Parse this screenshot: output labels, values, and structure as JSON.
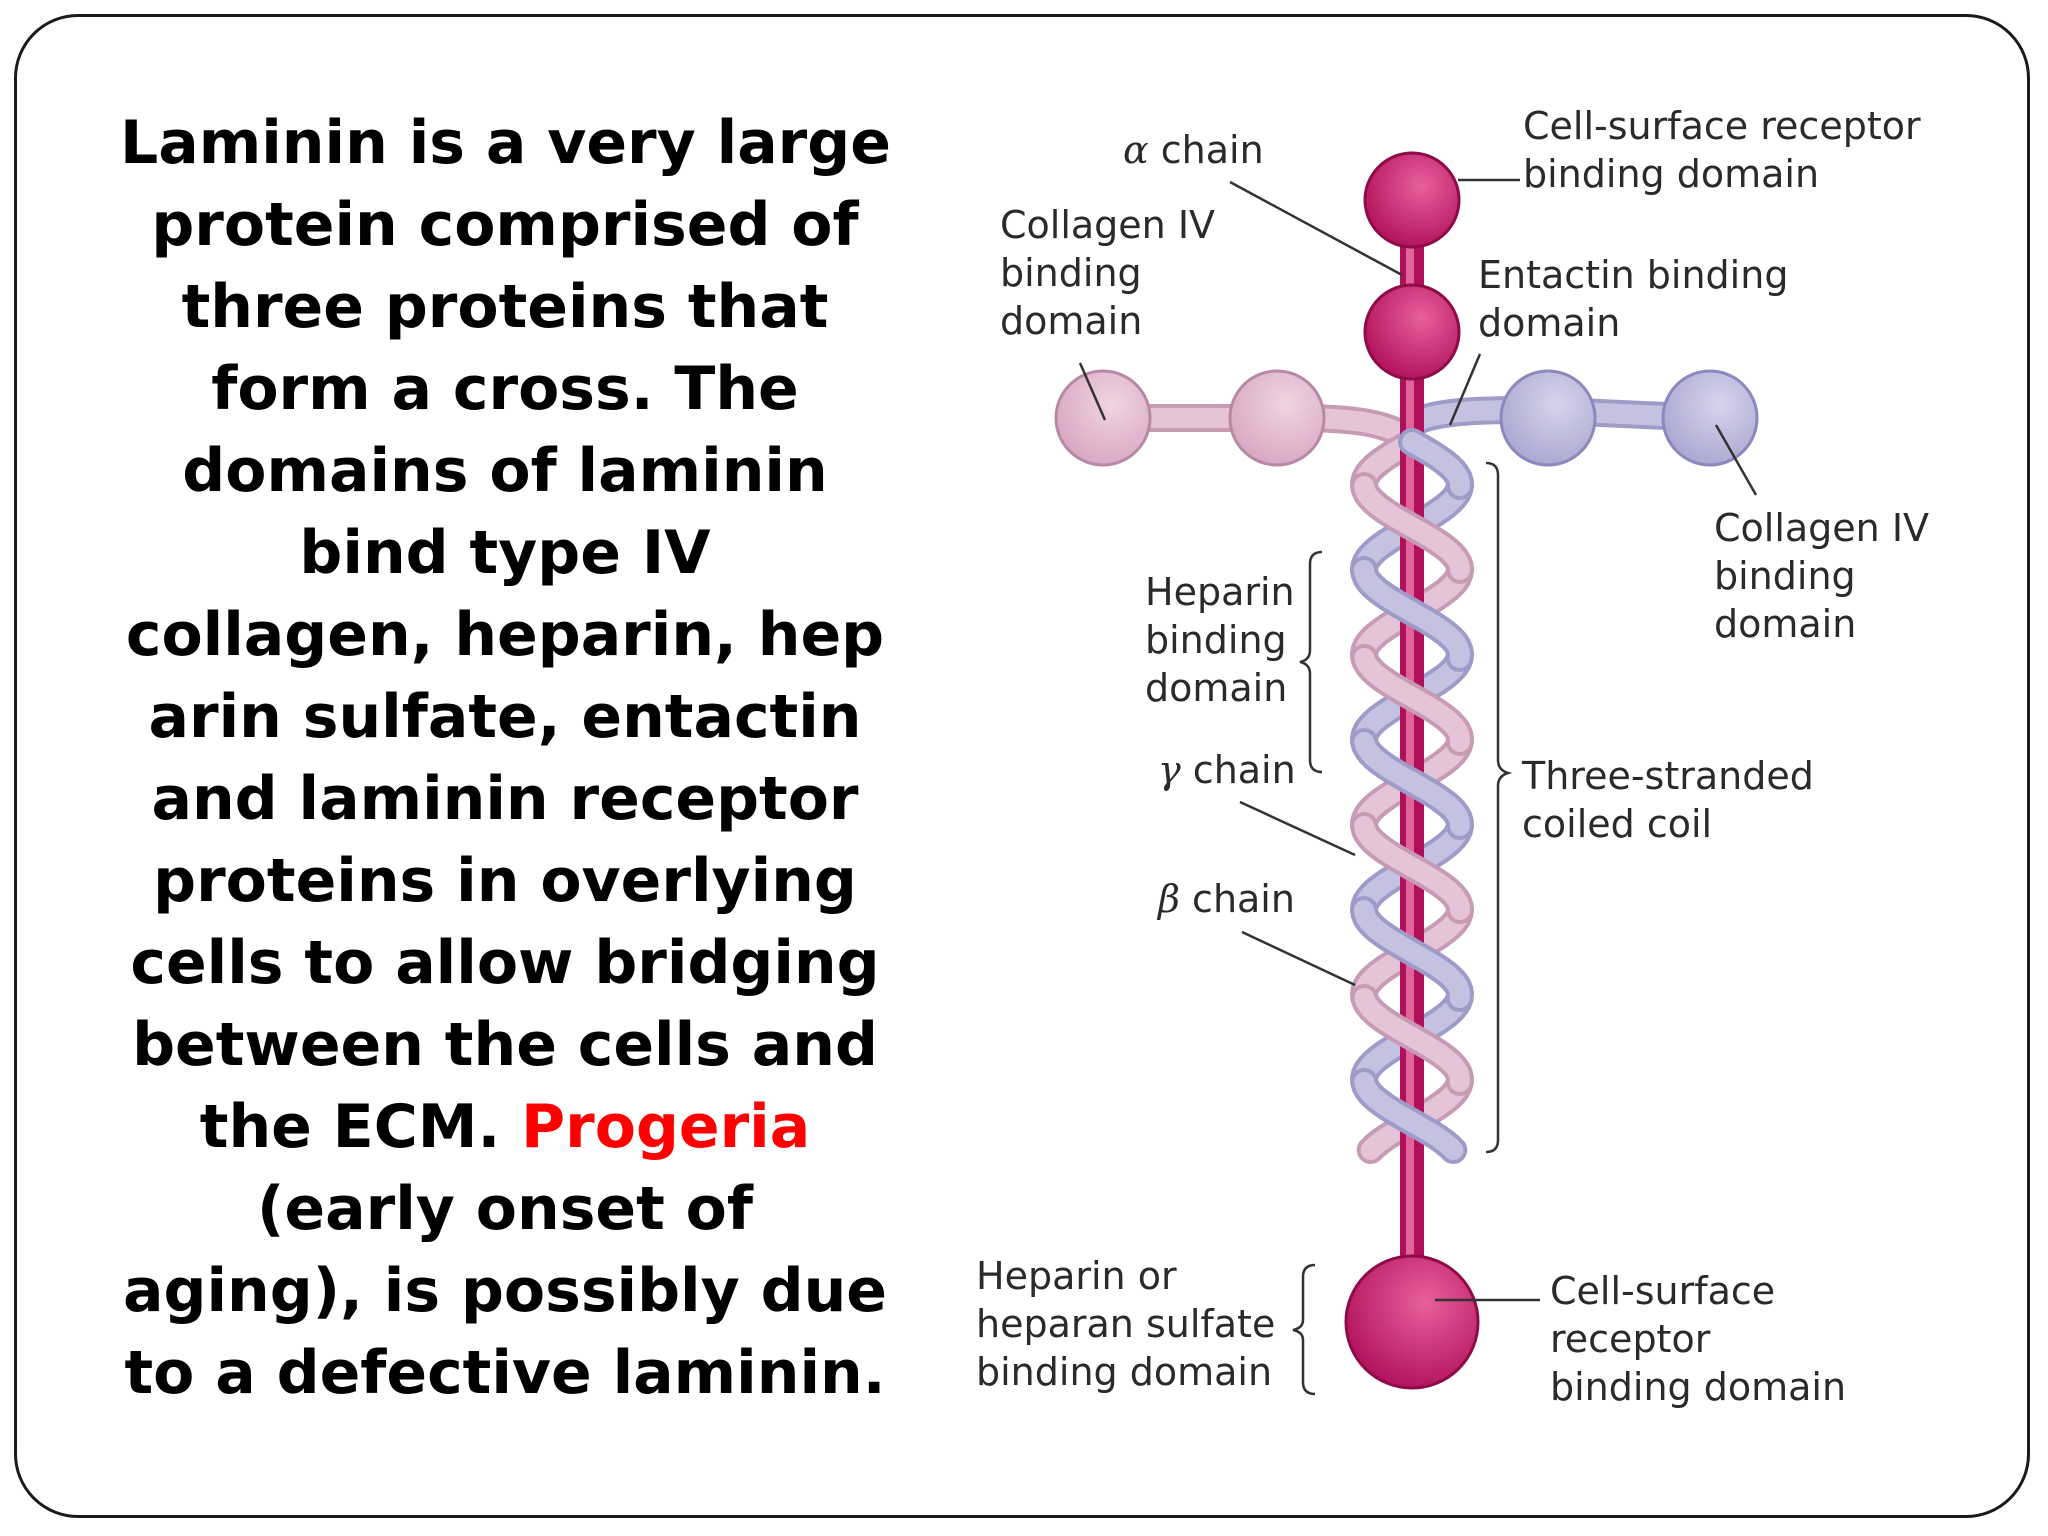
{
  "text": {
    "lines": [
      "Laminin is a very large",
      "protein comprised of",
      "three proteins that",
      "form a cross. The",
      "domains of laminin",
      "bind type IV",
      "collagen, heparin, hep",
      "arin sulfate, entactin",
      "and laminin receptor",
      "proteins in overlying",
      "cells to allow bridging",
      "between the cells and"
    ],
    "ecm_prefix": "the ECM. ",
    "highlight": "Progeria",
    "tail_lines": [
      "(early onset of",
      "aging), is possibly due",
      "to a defective laminin."
    ],
    "highlight_color": "#ff0000"
  },
  "diagram": {
    "labels": {
      "alpha_symbol": "α",
      "alpha_chain": " chain",
      "top_receptor_1": "Cell-surface receptor",
      "top_receptor_2": "binding domain",
      "collagen_left_1": "Collagen IV",
      "collagen_left_2": "binding",
      "collagen_left_3": "domain",
      "entactin_1": "Entactin binding",
      "entactin_2": "domain",
      "collagen_right_1": "Collagen IV",
      "collagen_right_2": "binding",
      "collagen_right_3": "domain",
      "heparin_1": "Heparin",
      "heparin_2": "binding",
      "heparin_3": "domain",
      "gamma_symbol": "γ",
      "gamma_chain": " chain",
      "coil_1": "Three-stranded",
      "coil_2": "coiled coil",
      "beta_symbol": "β",
      "beta_chain": "  chain",
      "heparan_1": "Heparin or",
      "heparan_2": "heparan sulfate",
      "heparan_3": "binding domain",
      "bottom_receptor_1": "Cell-surface",
      "bottom_receptor_2": "receptor",
      "bottom_receptor_3": "binding domain"
    },
    "colors": {
      "alpha": "#c2185b",
      "beta": "#e0b3cc",
      "gamma": "#b9b6d9",
      "label": "#2a2a2a"
    }
  }
}
